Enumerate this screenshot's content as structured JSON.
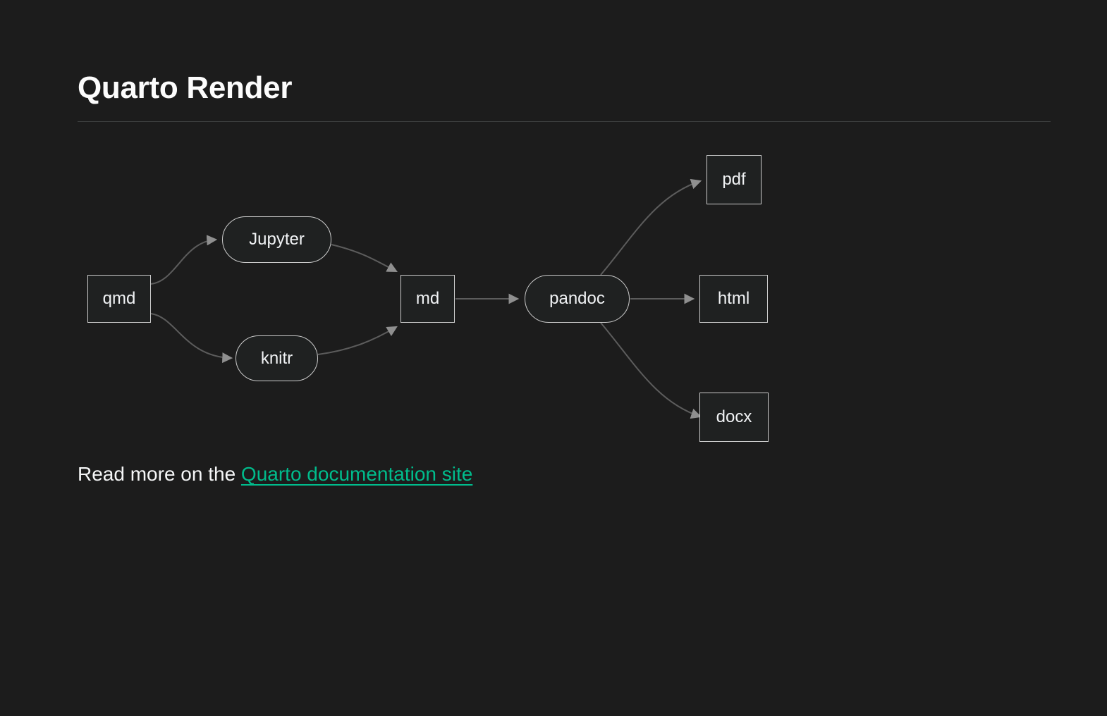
{
  "page": {
    "title": "Quarto Render"
  },
  "diagram": {
    "nodes": {
      "qmd": {
        "label": "qmd",
        "shape": "rect"
      },
      "jupyter": {
        "label": "Jupyter",
        "shape": "stadium"
      },
      "knitr": {
        "label": "knitr",
        "shape": "stadium"
      },
      "md": {
        "label": "md",
        "shape": "rect"
      },
      "pandoc": {
        "label": "pandoc",
        "shape": "stadium"
      },
      "pdf": {
        "label": "pdf",
        "shape": "rect"
      },
      "html": {
        "label": "html",
        "shape": "rect"
      },
      "docx": {
        "label": "docx",
        "shape": "rect"
      }
    },
    "edges": [
      {
        "from": "qmd",
        "to": "jupyter"
      },
      {
        "from": "qmd",
        "to": "knitr"
      },
      {
        "from": "jupyter",
        "to": "md"
      },
      {
        "from": "knitr",
        "to": "md"
      },
      {
        "from": "md",
        "to": "pandoc"
      },
      {
        "from": "pandoc",
        "to": "pdf"
      },
      {
        "from": "pandoc",
        "to": "html"
      },
      {
        "from": "pandoc",
        "to": "docx"
      }
    ]
  },
  "footer": {
    "prefix": "Read more on the ",
    "link_text": "Quarto documentation site"
  },
  "colors": {
    "background": "#1c1c1c",
    "text": "#f8f9fa",
    "link": "#00bc8c",
    "node_border": "#cccccc",
    "node_fill": "#1f2121",
    "edge": "#5c5c5c",
    "edge_arrow": "#8f8f8f"
  }
}
